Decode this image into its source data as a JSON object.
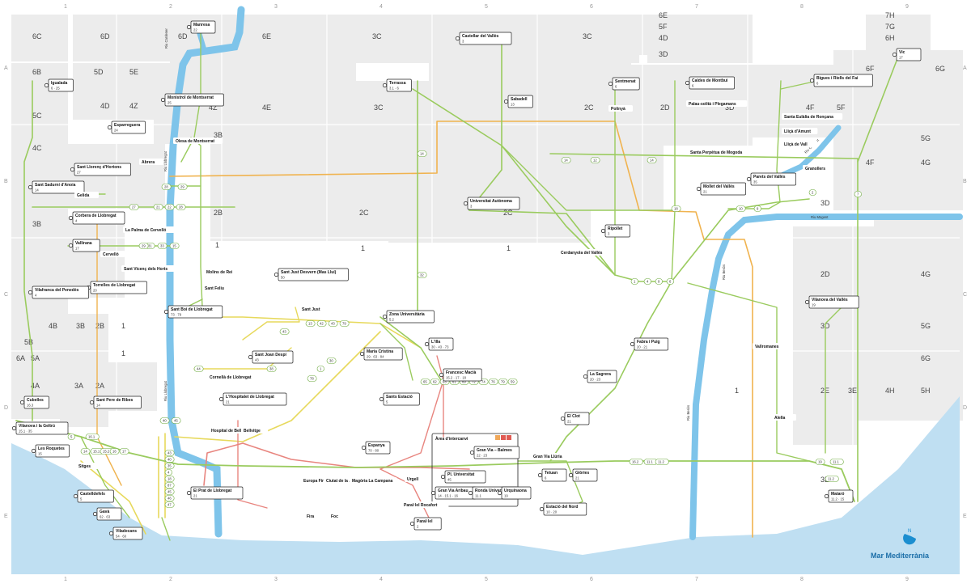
{
  "sea_label": "Mar Mediterrània",
  "north_letter": "N",
  "grid": {
    "columns": [
      "1",
      "2",
      "3",
      "4",
      "5",
      "6",
      "7",
      "8",
      "9"
    ],
    "rows": [
      "A",
      "B",
      "C",
      "D",
      "E"
    ]
  },
  "rivers": [
    {
      "name": "Riu Cardener"
    },
    {
      "name": "Riu Llobregat"
    },
    {
      "name": "Riu Llobregat"
    },
    {
      "name": "Riu Congost"
    },
    {
      "name": "Riu Mogent"
    },
    {
      "name": "Riu Besòs"
    },
    {
      "name": "Riu Besòs"
    }
  ],
  "zones": [
    {
      "id": "6C"
    },
    {
      "id": "6D"
    },
    {
      "id": "6D"
    },
    {
      "id": "6E"
    },
    {
      "id": "6E"
    },
    {
      "id": "5F"
    },
    {
      "id": "4D"
    },
    {
      "id": "3D"
    },
    {
      "id": "7H"
    },
    {
      "id": "7G"
    },
    {
      "id": "6H"
    },
    {
      "id": "3C"
    },
    {
      "id": "3C"
    },
    {
      "id": "6B"
    },
    {
      "id": "5D"
    },
    {
      "id": "5E"
    },
    {
      "id": "4D"
    },
    {
      "id": "4Z"
    },
    {
      "id": "4Z"
    },
    {
      "id": "4E"
    },
    {
      "id": "3C"
    },
    {
      "id": "2C"
    },
    {
      "id": "2D"
    },
    {
      "id": "3D"
    },
    {
      "id": "6F"
    },
    {
      "id": "6G"
    },
    {
      "id": "5C"
    },
    {
      "id": "4C"
    },
    {
      "id": "3B"
    },
    {
      "id": "4F"
    },
    {
      "id": "5F"
    },
    {
      "id": "5G"
    },
    {
      "id": "4G"
    },
    {
      "id": "4F"
    },
    {
      "id": "3B"
    },
    {
      "id": "2B"
    },
    {
      "id": "2C"
    },
    {
      "id": "2C"
    },
    {
      "id": "3D"
    },
    {
      "id": "1"
    },
    {
      "id": "1"
    },
    {
      "id": "1"
    },
    {
      "id": "2D"
    },
    {
      "id": "4G"
    },
    {
      "id": "4B"
    },
    {
      "id": "3B"
    },
    {
      "id": "2B"
    },
    {
      "id": "1"
    },
    {
      "id": "1"
    },
    {
      "id": "3D"
    },
    {
      "id": "5G"
    },
    {
      "id": "5B"
    },
    {
      "id": "6A"
    },
    {
      "id": "5A"
    },
    {
      "id": "4A"
    },
    {
      "id": "3A"
    },
    {
      "id": "2A"
    },
    {
      "id": "1"
    },
    {
      "id": "2E"
    },
    {
      "id": "3E"
    },
    {
      "id": "4H"
    },
    {
      "id": "5H"
    },
    {
      "id": "6G"
    },
    {
      "id": "3E"
    }
  ],
  "areas": [
    {
      "label": "Àrea d'intercanvi"
    }
  ],
  "stations": [
    {
      "name": "Manresa",
      "codes": "22"
    },
    {
      "name": "Castellar del Vallès",
      "codes": "3"
    },
    {
      "name": "Igualada",
      "codes": "6 · 25"
    },
    {
      "name": "Monistrol de Montserrat",
      "codes": "25"
    },
    {
      "name": "Esparreguera",
      "codes": "24"
    },
    {
      "name": "Olesa de Montserrat",
      "codes": ""
    },
    {
      "name": "Abrera",
      "codes": ""
    },
    {
      "name": "Terrassa",
      "codes": "3.1 · 6"
    },
    {
      "name": "Sabadell",
      "codes": "13"
    },
    {
      "name": "Sentmenat",
      "codes": "6"
    },
    {
      "name": "Caldes de Montbui",
      "codes": "6"
    },
    {
      "name": "Bigues i Riells del Fai",
      "codes": "6"
    },
    {
      "name": "Vic",
      "codes": "17"
    },
    {
      "name": "Polinyà",
      "codes": ""
    },
    {
      "name": "Palau-solità i Plegamans",
      "codes": ""
    },
    {
      "name": "Santa Eulàlia de Ronçana",
      "codes": ""
    },
    {
      "name": "Lliçà d'Amunt",
      "codes": ""
    },
    {
      "name": "Lliçà de Vall",
      "codes": ""
    },
    {
      "name": "Santa Perpètua de Mogoda",
      "codes": ""
    },
    {
      "name": "Granollers",
      "codes": ""
    },
    {
      "name": "Parets del Vallès",
      "codes": "35"
    },
    {
      "name": "Mollet del Vallès",
      "codes": "21"
    },
    {
      "name": "Sant Sadurní d'Anoia",
      "codes": "14"
    },
    {
      "name": "Sant Llorenç d'Hortons",
      "codes": "27"
    },
    {
      "name": "Gelida",
      "codes": ""
    },
    {
      "name": "Corbera de Llobregat",
      "codes": "4"
    },
    {
      "name": "La Palma de Cervelló",
      "codes": ""
    },
    {
      "name": "Vallirana",
      "codes": "17"
    },
    {
      "name": "Cervelló",
      "codes": ""
    },
    {
      "name": "Sant Vicenç dels Horts",
      "codes": ""
    },
    {
      "name": "Torrelles de Llobregat",
      "codes": "20"
    },
    {
      "name": "Molins de Rei",
      "codes": ""
    },
    {
      "name": "Universitat Autònoma",
      "codes": "3"
    },
    {
      "name": "Ripollet",
      "codes": "3"
    },
    {
      "name": "Cerdanyola del Vallès",
      "codes": ""
    },
    {
      "name": "Vilafranca del Penedès",
      "codes": "4"
    },
    {
      "name": "Sant Just Desvern (Mas Lluí)",
      "codes": "50"
    },
    {
      "name": "Sant Joan Despí",
      "codes": "43"
    },
    {
      "name": "Sant Feliu",
      "codes": ""
    },
    {
      "name": "Sant Boi de Llobregat",
      "codes": "73 · 79"
    },
    {
      "name": "Sant Just",
      "codes": ""
    },
    {
      "name": "Zona Universitària",
      "codes": "5.2"
    },
    {
      "name": "L'Illa",
      "codes": "30 · 43 · 73"
    },
    {
      "name": "Maria Cristina",
      "codes": "29 · 63 · 84"
    },
    {
      "name": "Francesc Macià",
      "codes": "15.2 · 17 · 18"
    },
    {
      "name": "Fabra i Puig",
      "codes": "20 · 21"
    },
    {
      "name": "La Sagrera",
      "codes": "20 · 23"
    },
    {
      "name": "El Clot",
      "codes": "21"
    },
    {
      "name": "Cornellà de Llobregat",
      "codes": ""
    },
    {
      "name": "L'Hospitalet de Llobregat",
      "codes": "21"
    },
    {
      "name": "Cubelles",
      "codes": "16.3"
    },
    {
      "name": "Sant Pere de Ribes",
      "codes": "14"
    },
    {
      "name": "Vilanova i la Geltrú",
      "codes": "15.1 · 35"
    },
    {
      "name": "Les Roquetes",
      "codes": "15"
    },
    {
      "name": "Sitges",
      "codes": ""
    },
    {
      "name": "Castelldefels",
      "codes": "5"
    },
    {
      "name": "Gavà",
      "codes": "62 · 63"
    },
    {
      "name": "Viladecans",
      "codes": "54 · 60"
    },
    {
      "name": "Hospital de Bellvitge",
      "codes": ""
    },
    {
      "name": "Bellvitge",
      "codes": ""
    },
    {
      "name": "El Prat de Llobregat",
      "codes": "21"
    },
    {
      "name": "Sants Estació",
      "codes": "5"
    },
    {
      "name": "Espanya",
      "codes": "70 · 80"
    },
    {
      "name": "Europa Fira",
      "codes": ""
    },
    {
      "name": "Ciutat de la Justícia",
      "codes": ""
    },
    {
      "name": "Magòria La Campana",
      "codes": ""
    },
    {
      "name": "Fira",
      "codes": ""
    },
    {
      "name": "Foc",
      "codes": ""
    },
    {
      "name": "Urgell",
      "codes": ""
    },
    {
      "name": "Paral·lel Rocafort",
      "codes": ""
    },
    {
      "name": "Paral·lel",
      "codes": "2"
    },
    {
      "name": "Gran Via – Balmes",
      "codes": "22 · 23"
    },
    {
      "name": "Pl. Universitat",
      "codes": "45"
    },
    {
      "name": "Gran Via Aribau",
      "codes": "14 · 15.1 · 16"
    },
    {
      "name": "Ronda Universitat",
      "codes": "11.1"
    },
    {
      "name": "Urquinaona",
      "codes": "19"
    },
    {
      "name": "Gran Via Llúria",
      "codes": ""
    },
    {
      "name": "Tetuan",
      "codes": "6"
    },
    {
      "name": "Glòries",
      "codes": "21"
    },
    {
      "name": "Estació del Nord",
      "codes": "10 · 20"
    },
    {
      "name": "Vilanova del Vallès",
      "codes": "19"
    },
    {
      "name": "Vallromanes",
      "codes": ""
    },
    {
      "name": "Alella",
      "codes": ""
    },
    {
      "name": "Mataró",
      "codes": "11.2 · 15"
    }
  ],
  "line_codes": [
    "28",
    "29",
    "21",
    "22",
    "31",
    "33",
    "15",
    "27",
    "29",
    "28",
    "14",
    "32",
    "22",
    "14",
    "12",
    "14",
    "18",
    "10",
    "9",
    "2",
    "7",
    "1",
    "4",
    "9",
    "6",
    "5",
    "16.1",
    "16.2",
    "11.1",
    "11.2",
    "19",
    "11.1",
    "11.2",
    "13",
    "42",
    "43",
    "79",
    "43",
    "38",
    "44",
    "78",
    "1",
    "30",
    "45",
    "40",
    "43",
    "40",
    "35",
    "4",
    "18",
    "87",
    "45",
    "46",
    "47",
    "65",
    "62",
    "63",
    "61",
    "69",
    "72",
    "74",
    "76",
    "79",
    "59",
    "14",
    "15.1",
    "15.2",
    "16",
    "17"
  ],
  "colors": {
    "zone_fill": "#ececec",
    "zone_border": "#ffffff",
    "river": "#7ec4ea",
    "sea": "#bfdff2",
    "line_green": "#9acb5e",
    "line_green_dark": "#6aa83a",
    "line_orange": "#f0b34f",
    "line_yellow": "#e7d95c",
    "line_red": "#e8857f",
    "rail_gray": "#b9b9b9"
  }
}
